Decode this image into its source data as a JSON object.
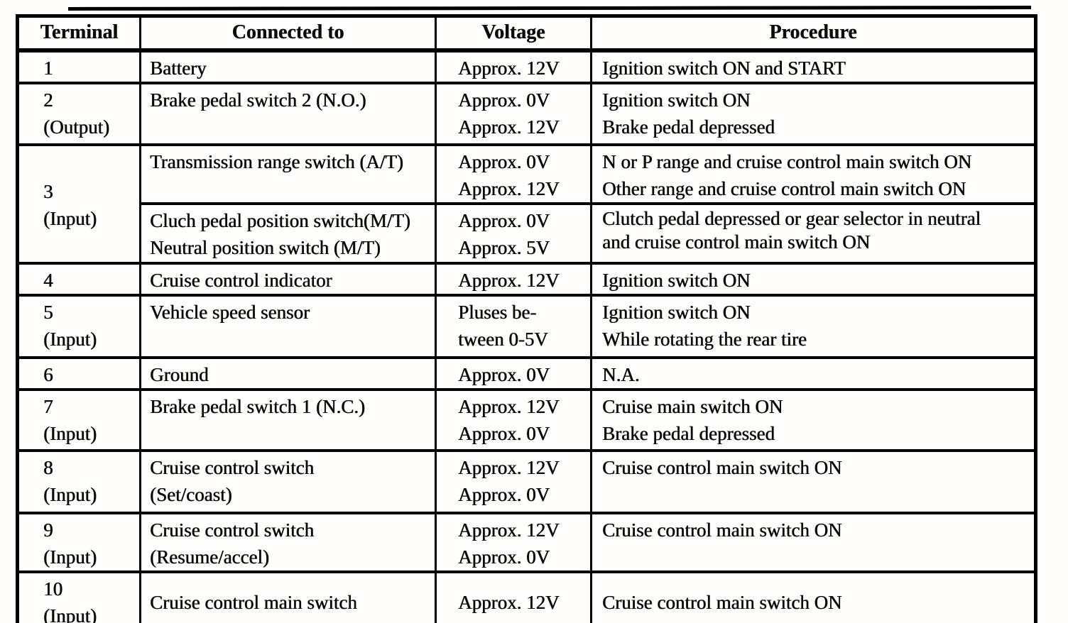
{
  "colors": {
    "ink": "#000000",
    "paper": "#fffefc"
  },
  "table": {
    "headers": {
      "terminal": "Terminal",
      "connected_to": "Connected to",
      "voltage": "Voltage",
      "procedure": "Procedure"
    },
    "rows": [
      {
        "terminal": [
          "1"
        ],
        "connected_to": [
          "Battery"
        ],
        "voltage": [
          "Approx. 12V"
        ],
        "procedure": [
          "Ignition switch ON and START"
        ]
      },
      {
        "terminal": [
          "2",
          "(Output)"
        ],
        "connected_to": [
          "Brake pedal switch 2 (N.O.)"
        ],
        "voltage": [
          "Approx. 0V",
          "Approx. 12V"
        ],
        "procedure": [
          "Ignition switch ON",
          "Brake pedal depressed"
        ]
      },
      {
        "terminal": [
          "3",
          "(Input)"
        ],
        "connected_to": [
          "Transmission range switch (A/T)"
        ],
        "voltage": [
          "Approx. 0V",
          "Approx. 12V"
        ],
        "procedure": [
          "N or P range and cruise control main switch ON",
          "Other range and cruise control main switch ON"
        ]
      },
      {
        "terminal": [],
        "connected_to": [
          "Cluch pedal position switch(M/T)",
          "Neutral position switch (M/T)"
        ],
        "voltage": [
          "Approx. 0V",
          "Approx. 5V"
        ],
        "procedure": [
          "Clutch pedal depressed or gear selector in neutral",
          "and cruise control main switch ON"
        ]
      },
      {
        "terminal": [
          "4"
        ],
        "connected_to": [
          "Cruise control indicator"
        ],
        "voltage": [
          "Approx. 12V"
        ],
        "procedure": [
          "Ignition switch ON"
        ]
      },
      {
        "terminal": [
          "5",
          "(Input)"
        ],
        "connected_to": [
          "Vehicle speed sensor"
        ],
        "voltage": [
          "Pluses be-",
          "tween 0-5V"
        ],
        "procedure": [
          "Ignition switch ON",
          "While rotating the rear tire"
        ]
      },
      {
        "terminal": [
          "6"
        ],
        "connected_to": [
          "Ground"
        ],
        "voltage": [
          "Approx. 0V"
        ],
        "procedure": [
          "N.A."
        ]
      },
      {
        "terminal": [
          "7",
          "(Input)"
        ],
        "connected_to": [
          "Brake pedal switch 1 (N.C.)"
        ],
        "voltage": [
          "Approx. 12V",
          "Approx. 0V"
        ],
        "procedure": [
          "Cruise main switch ON",
          "Brake pedal depressed"
        ]
      },
      {
        "terminal": [
          "8",
          "(Input)"
        ],
        "connected_to": [
          "Cruise control switch",
          "(Set/coast)"
        ],
        "voltage": [
          "Approx. 12V",
          "Approx. 0V"
        ],
        "procedure": [
          "Cruise control main switch ON"
        ]
      },
      {
        "terminal": [
          "9",
          "(Input)"
        ],
        "connected_to": [
          "Cruise control switch",
          "(Resume/accel)"
        ],
        "voltage": [
          "Approx. 12V",
          "Approx. 0V"
        ],
        "procedure": [
          "Cruise control main switch ON"
        ]
      },
      {
        "terminal": [
          "10",
          "(Input)"
        ],
        "connected_to": [
          "Cruise control main switch"
        ],
        "voltage": [
          "Approx. 12V"
        ],
        "procedure": [
          "Cruise control main switch ON"
        ]
      }
    ]
  }
}
